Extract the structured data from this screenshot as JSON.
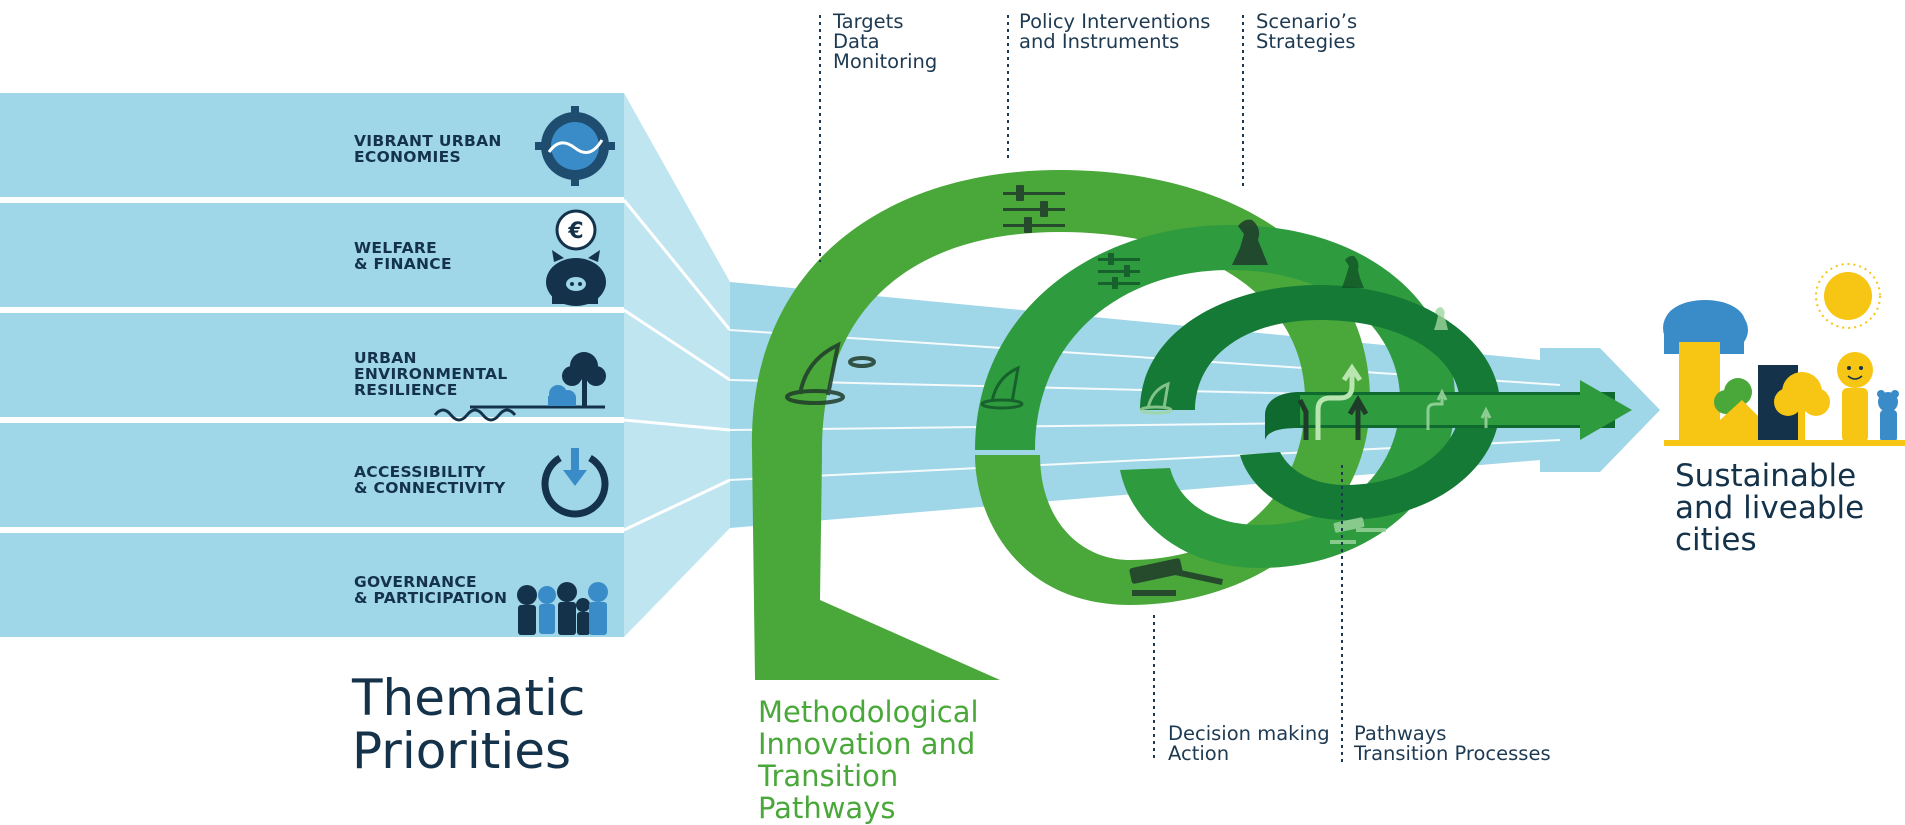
{
  "themes": [
    {
      "label": "VIBRANT URBAN\nECONOMIES",
      "icon": "globe-icon"
    },
    {
      "label": "WELFARE\n& FINANCE",
      "icon": "piggy-bank-euro-icon"
    },
    {
      "label": "URBAN\nENVIRONMENTAL\nRESILIENCE",
      "icon": "tree-water-icon"
    },
    {
      "label": "ACCESSIBILITY\n& CONNECTIVITY",
      "icon": "power-arrow-icon"
    },
    {
      "label": "GOVERNANCE\n& PARTICIPATION",
      "icon": "people-icon"
    }
  ],
  "thematic_title": "Thematic\nPriorities",
  "method_title": "Methodological\nInnovation and\nTransition\nPathways",
  "outcome_title": "Sustainable\nand liveable\ncities",
  "top_notes": [
    {
      "text": "Targets\nData\nMonitoring"
    },
    {
      "text": "Policy Interventions\nand Instruments"
    },
    {
      "text": "Scenario’s\nStrategies"
    }
  ],
  "bottom_notes": [
    {
      "text": "Decision making\nAction"
    },
    {
      "text": "Pathways\nTransition Processes"
    }
  ],
  "loop_icons": [
    "sliders-icon",
    "chess-knight-icon",
    "witch-hat-icon",
    "gavel-icon",
    "pathways-arrows-icon"
  ],
  "colors": {
    "band": "#9fd6e8",
    "band_light": "#bfe5f1",
    "navy": "#14324a",
    "green_light": "#4aa83a",
    "green_mid": "#2f9b3f",
    "green_dark": "#157a35",
    "green_darkest": "#0e6a2e",
    "yellow": "#f7c514",
    "blue": "#3a8cc9"
  }
}
